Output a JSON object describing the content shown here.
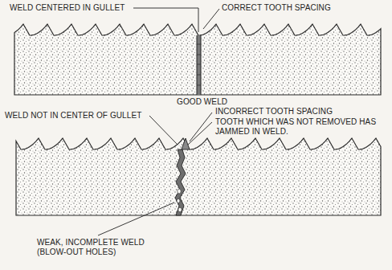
{
  "diagram": {
    "labels": [
      "WELD CENTERED IN GULLET",
      "CORRECT TOOTH SPACING",
      "GOOD WELD",
      "WELD NOT IN CENTER OF GULLET",
      "INCORRECT TOOTH SPACING",
      "TOOTH WHICH WAS NOT REMOVED HAS JAMMED IN WELD.",
      "WEAK, INCOMPLETE WELD (BLOW-OUT HOLES)"
    ]
  }
}
